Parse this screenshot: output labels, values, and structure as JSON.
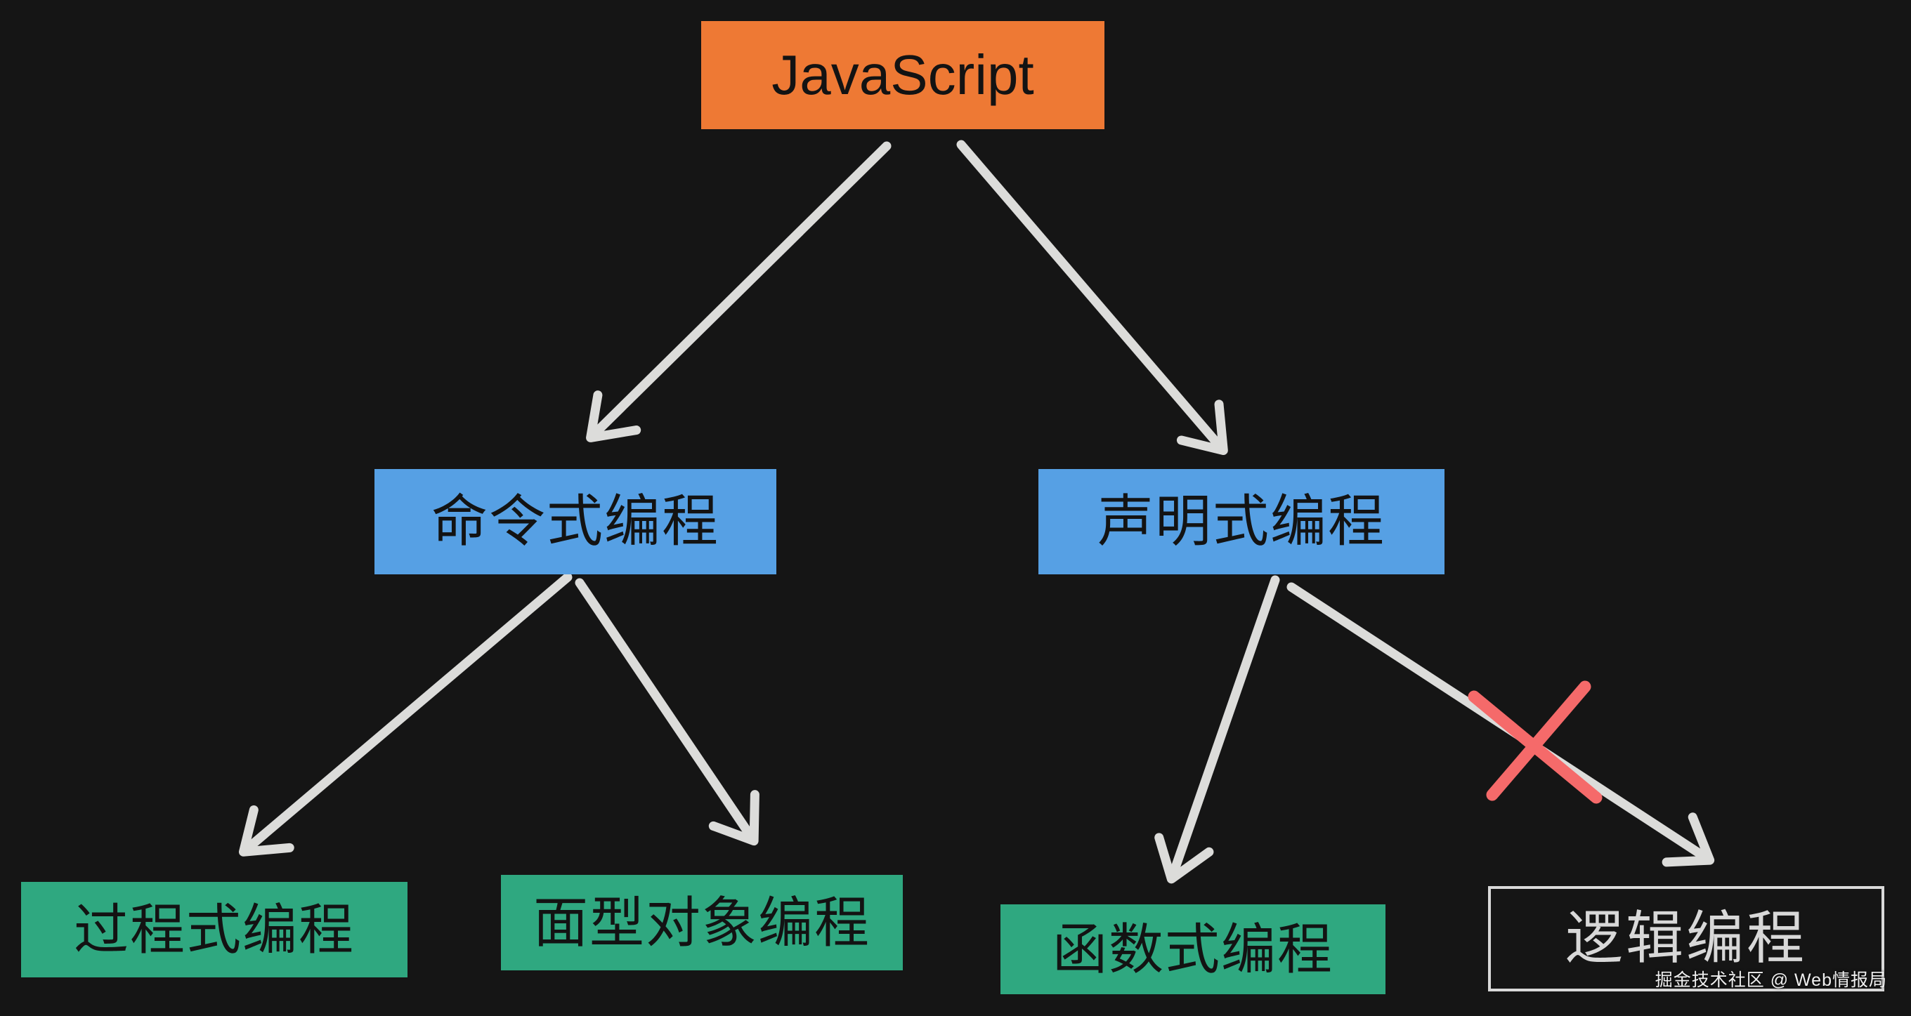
{
  "diagram": {
    "description": "JavaScript programming paradigms tree",
    "background_color": "#151515",
    "arrow_color": "#DCDCDA",
    "cross_mark_color": "#F56A6A"
  },
  "nodes": {
    "javascript": {
      "label": "JavaScript",
      "fill": "#EE7934",
      "text_color": "#131313"
    },
    "imperative": {
      "label": "命令式编程",
      "fill": "#56A0E4",
      "text_color": "#131313"
    },
    "declarative": {
      "label": "声明式编程",
      "fill": "#56A0E4",
      "text_color": "#131313"
    },
    "procedural": {
      "label": "过程式编程",
      "fill": "#2FA880",
      "text_color": "#131313"
    },
    "object_oriented": {
      "label": "面型对象编程",
      "fill": "#2FA880",
      "text_color": "#131313"
    },
    "functional": {
      "label": "函数式编程",
      "fill": "#2FA880",
      "text_color": "#131313"
    },
    "logic": {
      "label": "逻辑编程",
      "fill": "none",
      "border_color": "#D9D9D9",
      "text_color": "#D8D8D8"
    }
  },
  "edges": [
    {
      "from": "javascript",
      "to": "imperative",
      "crossed_out": false
    },
    {
      "from": "javascript",
      "to": "declarative",
      "crossed_out": false
    },
    {
      "from": "imperative",
      "to": "procedural",
      "crossed_out": false
    },
    {
      "from": "imperative",
      "to": "object_oriented",
      "crossed_out": false
    },
    {
      "from": "declarative",
      "to": "functional",
      "crossed_out": false
    },
    {
      "from": "declarative",
      "to": "logic",
      "crossed_out": true
    }
  ],
  "watermark": {
    "text": "掘金技术社区 @ Web情报局",
    "color": "#F0F0F0"
  }
}
